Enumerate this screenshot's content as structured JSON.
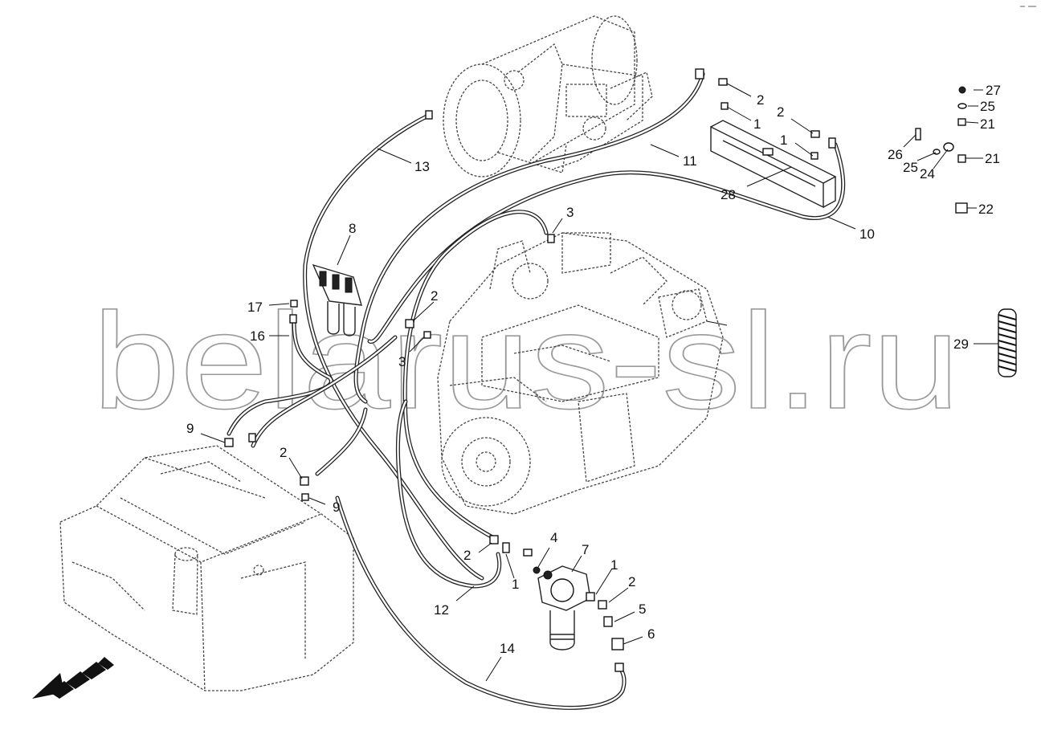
{
  "watermark": {
    "text": "belarus-sl.ru"
  },
  "labels": {
    "p1a": "1",
    "p1b": "1",
    "p1c": "1",
    "p1d": "1",
    "p2a": "2",
    "p2b": "2",
    "p2c": "2",
    "p2d": "2",
    "p2e": "2",
    "p2f": "2",
    "p3a": "3",
    "p3b": "3",
    "p4": "4",
    "p5": "5",
    "p6": "6",
    "p7": "7",
    "p8": "8",
    "p9a": "9",
    "p9b": "9",
    "p10": "10",
    "p11": "11",
    "p12": "12",
    "p13": "13",
    "p14": "14",
    "p16": "16",
    "p17": "17",
    "p21a": "21",
    "p21b": "21",
    "p22": "22",
    "p24": "24",
    "p25a": "25",
    "p25b": "25",
    "p26": "26",
    "p27": "27",
    "p28": "28",
    "p29": "29"
  },
  "icons": {
    "front_arrow": "direction-arrow-icon"
  }
}
